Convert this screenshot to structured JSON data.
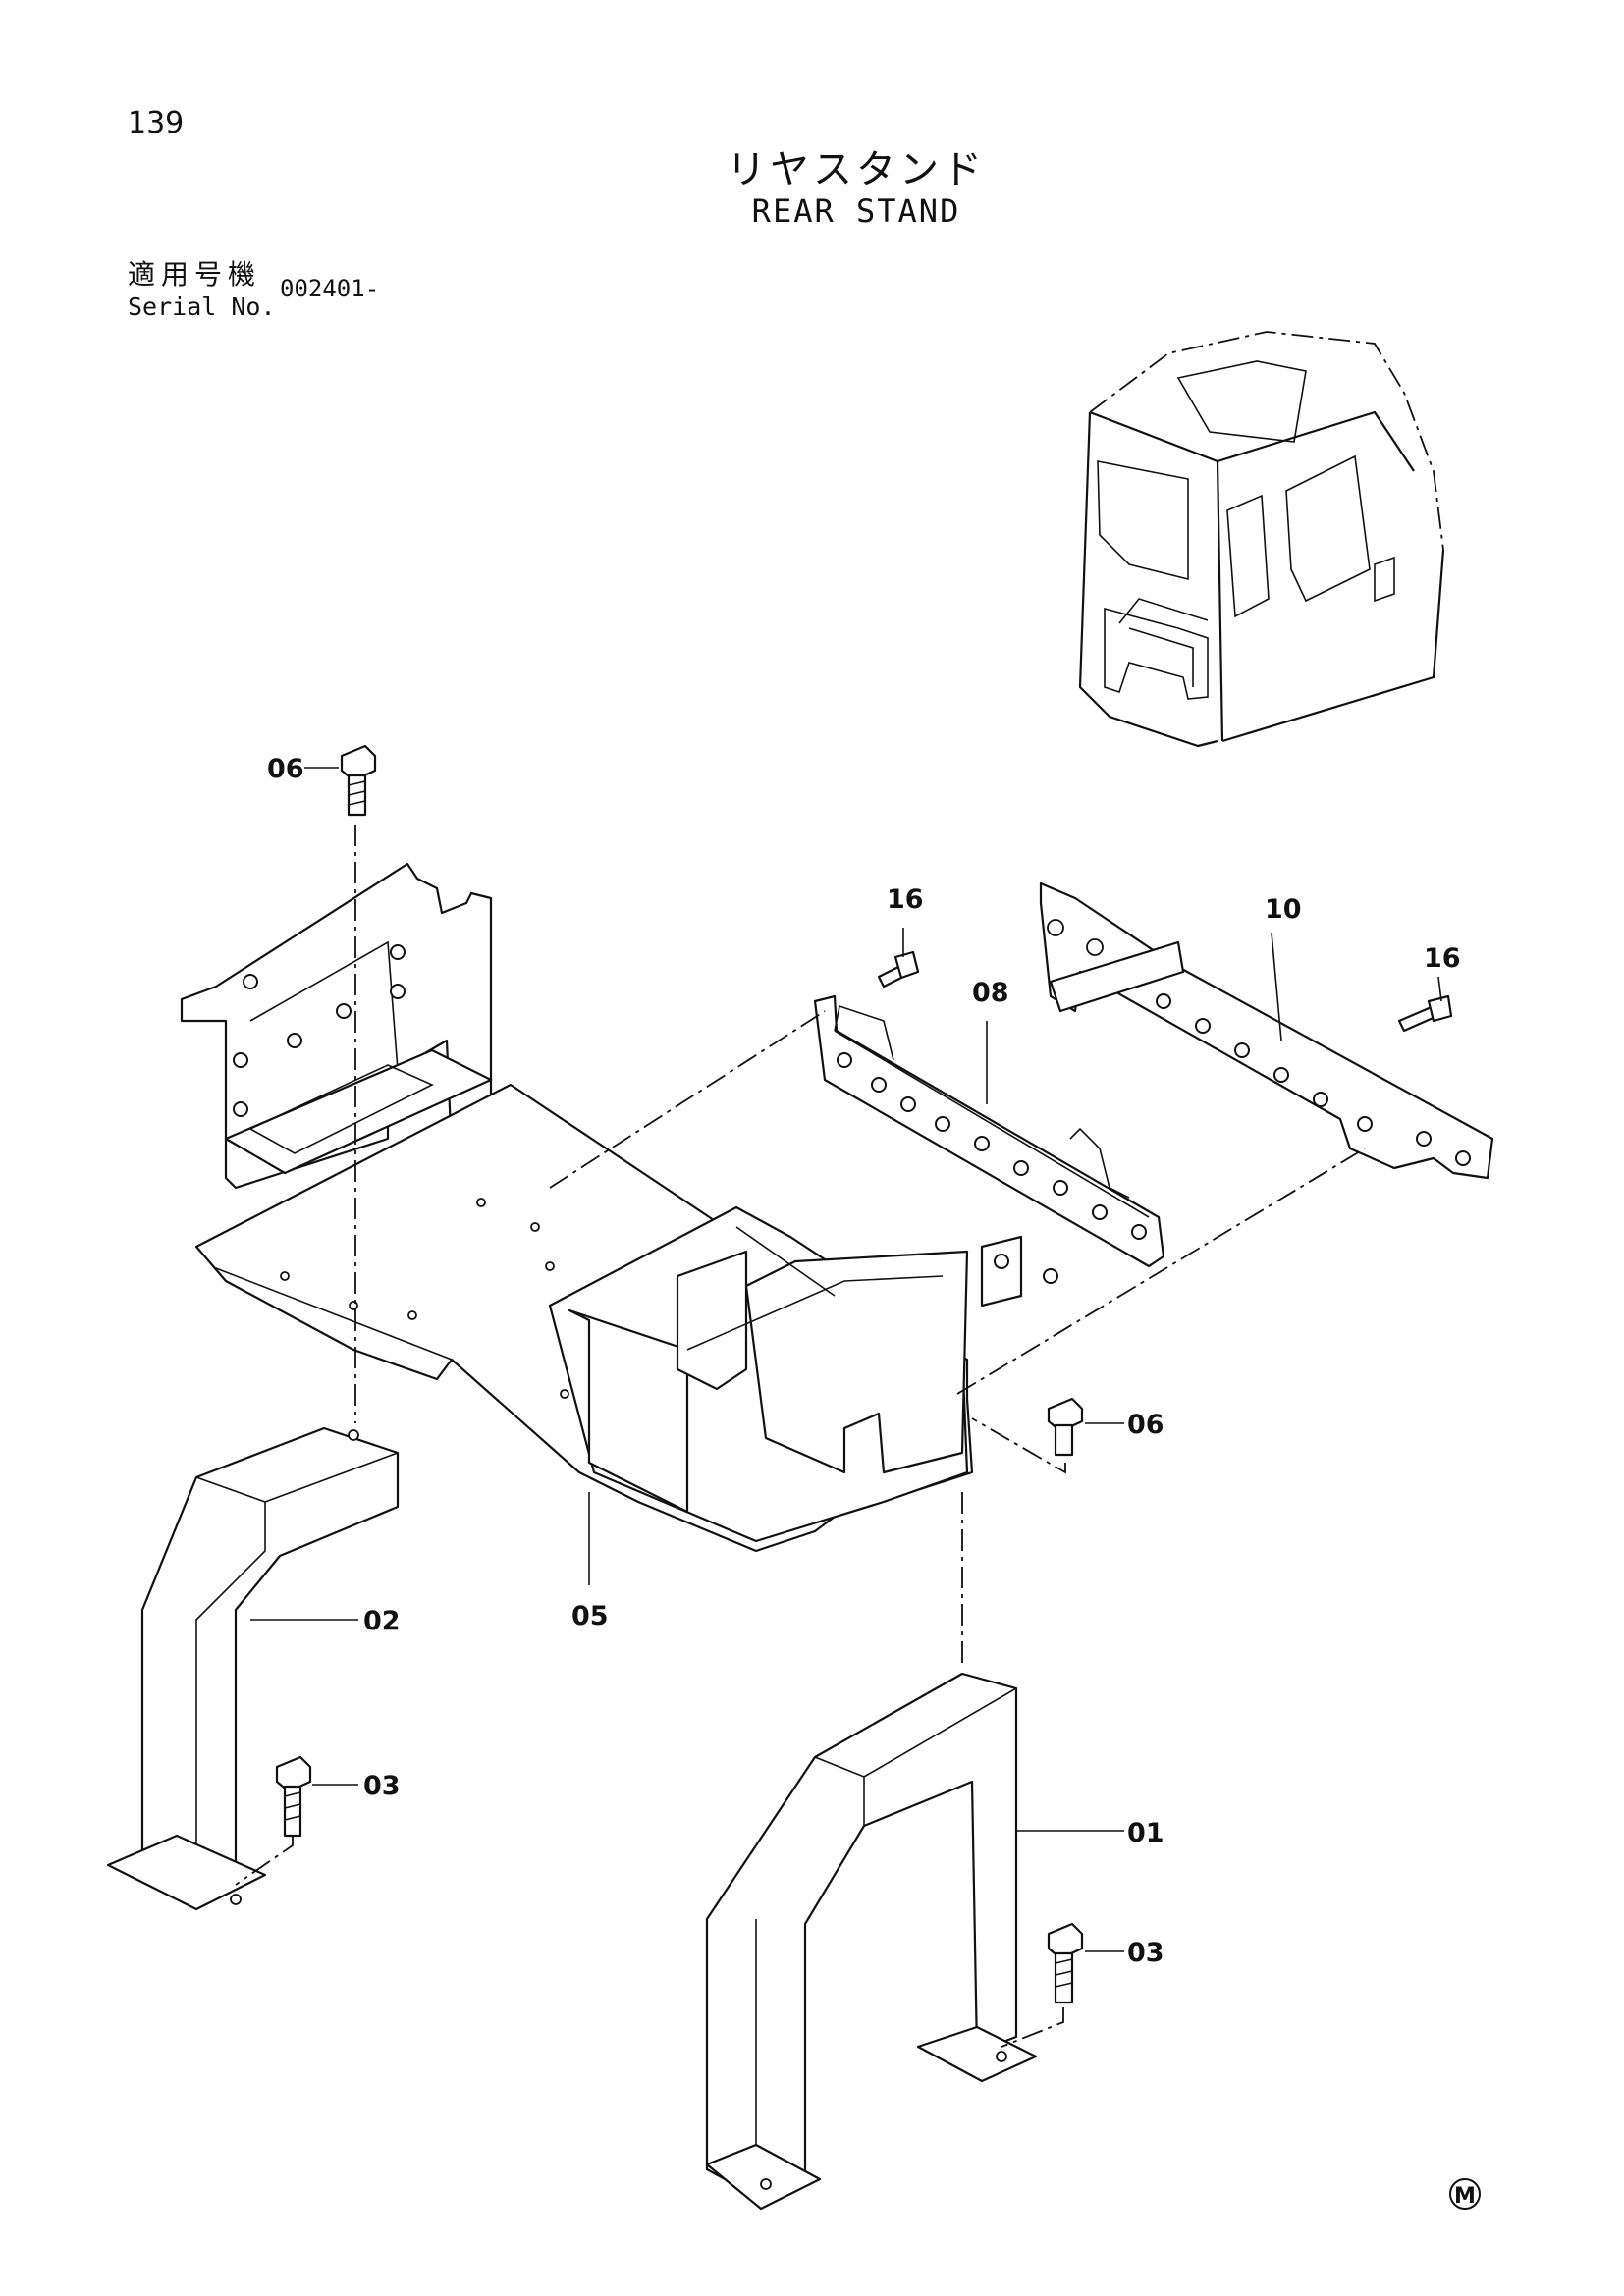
{
  "page": {
    "number": "139",
    "title_jp": "リヤスタンド",
    "title_en": "REAR STAND",
    "serial_label_jp": "適用号機",
    "serial_label_en": "Serial No.",
    "serial_value": "002401-",
    "mark": "M"
  },
  "callouts": [
    {
      "id": "c06a",
      "label": "06"
    },
    {
      "id": "c16a",
      "label": "16"
    },
    {
      "id": "c08",
      "label": "08"
    },
    {
      "id": "c10",
      "label": "10"
    },
    {
      "id": "c16b",
      "label": "16"
    },
    {
      "id": "c06b",
      "label": "06"
    },
    {
      "id": "c02",
      "label": "02"
    },
    {
      "id": "c05",
      "label": "05"
    },
    {
      "id": "c03a",
      "label": "03"
    },
    {
      "id": "c01",
      "label": "01"
    },
    {
      "id": "c03b",
      "label": "03"
    }
  ]
}
